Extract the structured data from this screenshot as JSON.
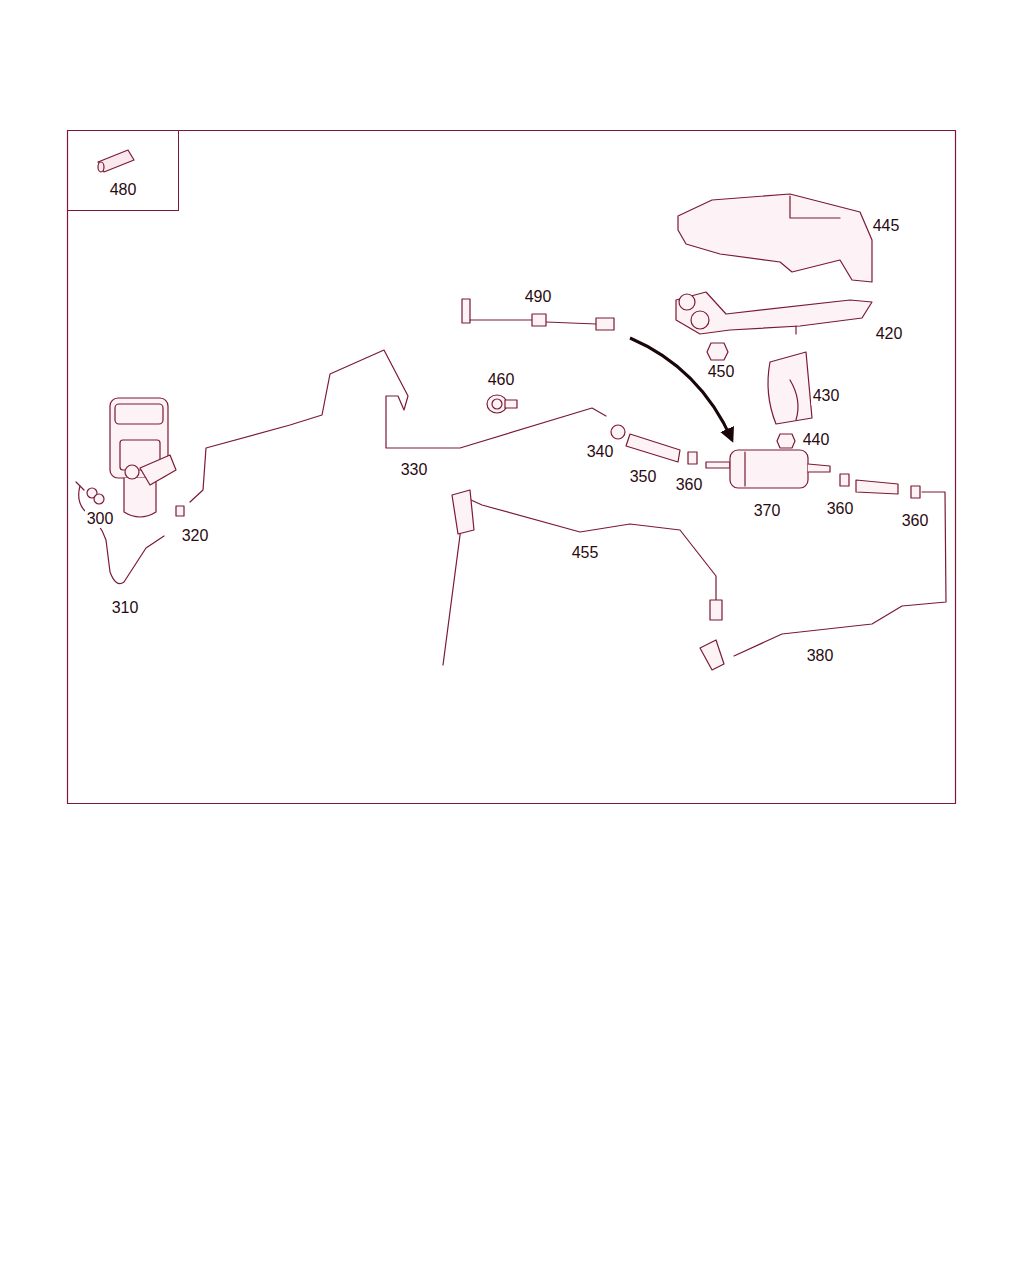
{
  "diagram": {
    "nodes": [
      {
        "text": [
          "480"
        ]
      }
    ],
    "edges": [],
    "labels": [
      "445",
      "490",
      "420",
      "450",
      "430",
      "460",
      "440",
      "340",
      "330",
      "350",
      "360",
      "370",
      "360",
      "360",
      "300",
      "320",
      "455",
      "310",
      "380"
    ]
  }
}
